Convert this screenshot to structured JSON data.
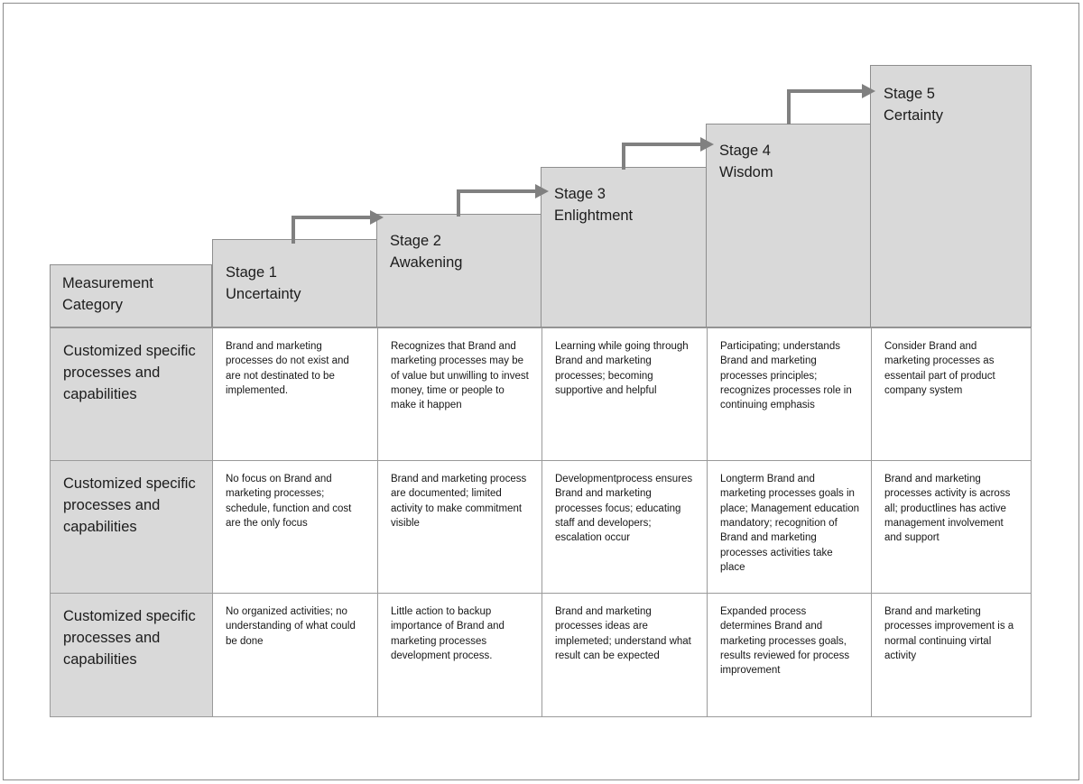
{
  "diagram": {
    "title_hidden": "",
    "fill_color": "#d9d9d9",
    "border_color": "#8e8e8e",
    "arrow_color": "#808080",
    "header_category": {
      "label": "Measurement\nCategory"
    },
    "stages": [
      {
        "number": "Stage 1",
        "name": "Uncertainty",
        "label": "Stage 1\nUncertainty"
      },
      {
        "number": "Stage 2",
        "name": "Awakening",
        "label": "Stage 2\nAwakening"
      },
      {
        "number": "Stage 3",
        "name": "Enlightment",
        "label": "Stage 3\nEnlightment"
      },
      {
        "number": "Stage 4",
        "name": "Wisdom",
        "label": "Stage 4\nWisdom"
      },
      {
        "number": "Stage 5",
        "name": "Certainty",
        "label": "Stage 5\nCertainty"
      }
    ],
    "arrows": [
      {
        "from": "Stage 1",
        "to": "Stage 2",
        "direction": "up-right"
      },
      {
        "from": "Stage 2",
        "to": "Stage 3",
        "direction": "up-right"
      },
      {
        "from": "Stage 3",
        "to": "Stage 4",
        "direction": "up-right"
      },
      {
        "from": "Stage 4",
        "to": "Stage 5",
        "direction": "up-right"
      }
    ],
    "rows": [
      {
        "category": "Customized specific processes and capabilities",
        "cells": [
          "Brand and marketing processes do not exist and are not destinated to be implemented.",
          "Recognizes that Brand and marketing processes may be of value but unwilling to invest money, time or people to make it happen",
          "Learning while going through Brand and marketing processes; becoming supportive and helpful",
          "Participating; understands Brand and marketing processes principles; recognizes processes role in continuing emphasis",
          "Consider Brand and marketing processes as essentail part of product company system"
        ]
      },
      {
        "category": "Customized specific processes and capabilities",
        "cells": [
          "No focus on Brand and marketing processes; schedule, function and cost are the only focus",
          "Brand and marketing process are documented; limited activity to make commitment visible",
          "Developmentprocess ensures Brand and marketing processes focus; educating staff and developers; escalation occur",
          "Longterm Brand and marketing processes goals in place; Management education mandatory; recognition of Brand and marketing processes activities take place",
          "Brand and marketing processes activity is across all; productlines has active management involvement and support"
        ]
      },
      {
        "category": "Customized specific processes and capabilities",
        "cells": [
          "No organized activities; no understanding of what could be done",
          "Little action to backup importance of Brand and marketing processes development process.",
          "Brand and marketing processes ideas are implemeted; understand what result can be expected",
          "Expanded process determines Brand and marketing processes goals, results reviewed for process improvement",
          "Brand and marketing processes improvement is a normal continuing virtal activity"
        ]
      }
    ]
  }
}
